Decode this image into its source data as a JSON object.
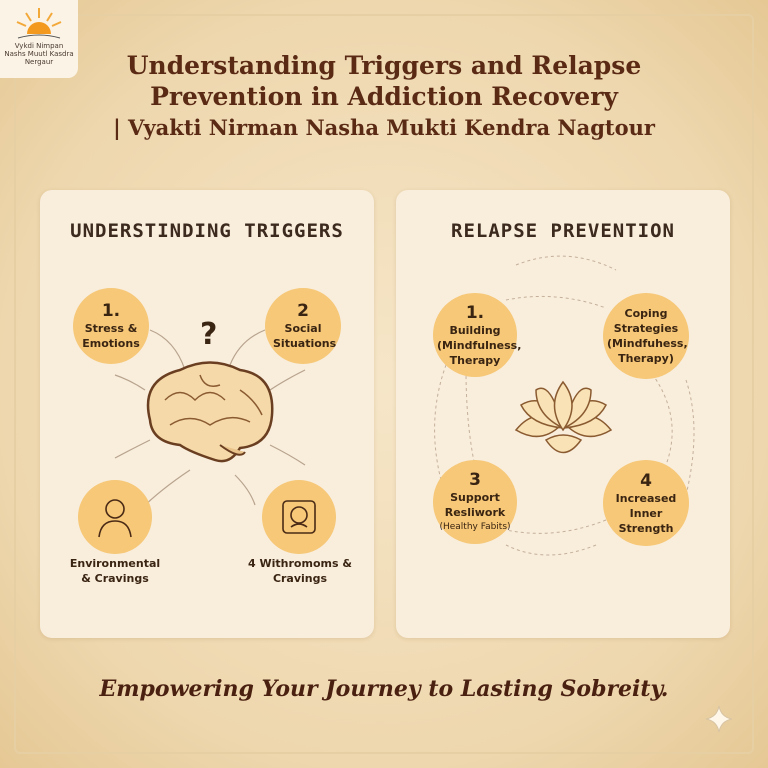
{
  "logo": {
    "lines": [
      "Vykdi Nimpan",
      "Nashs Muutl Kasdra",
      "Nergaur"
    ]
  },
  "title": {
    "line1": "Understanding Triggers and Relapse",
    "line2": "Prevention in Addiction Recovery",
    "line3": "| Vyakti Nirman Nasha Mukti Kendra Nagtour"
  },
  "triggers": {
    "heading": "UNDERSTINDING TRIGGERS",
    "question": "?",
    "items": [
      {
        "num": "1.",
        "label": "Stress & Emotions"
      },
      {
        "num": "2",
        "label": "Social Situations"
      },
      {
        "label": "Environmental & Cravings",
        "icon": "person-icon"
      },
      {
        "label": "4 Withromoms & Cravings",
        "icon": "puzzle-icon"
      }
    ]
  },
  "relapse": {
    "heading": "RELAPSE PREVENTION",
    "items": [
      {
        "num": "1.",
        "label": "Building (Mindfulness, Therapy"
      },
      {
        "num": "",
        "label": "Coping Strategies (Mindfuhess, Therapy)"
      },
      {
        "num": "3",
        "label": "Support Resliwork",
        "note": "(Healthy Fabits)"
      },
      {
        "num": "4",
        "label": "Increased Inner Strength"
      }
    ]
  },
  "tagline": "Empowering Your Journey to Lasting Sobreity.",
  "colors": {
    "circle": "#f6c877",
    "title": "#5a2a14",
    "panel": "#f9eddc"
  }
}
